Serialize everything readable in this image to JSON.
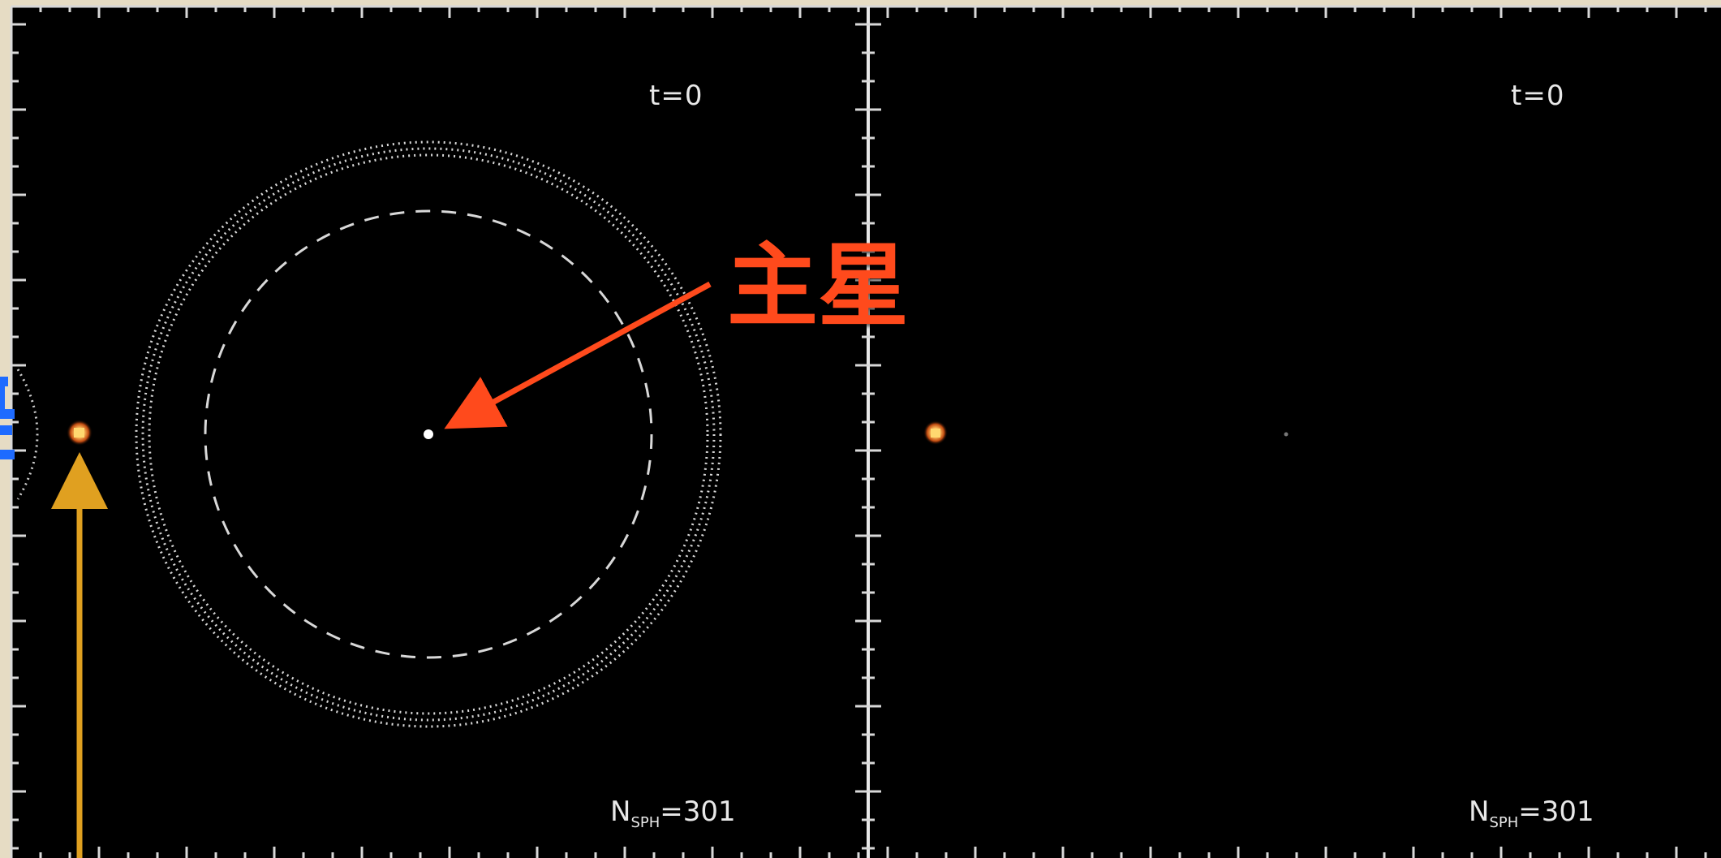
{
  "panels": [
    {
      "time_label": "t=0",
      "nsph_prefix": "N",
      "nsph_sub": "SPH",
      "nsph_suffix": "=301"
    },
    {
      "time_label": "t=0",
      "nsph_prefix": "N",
      "nsph_sub": "SPH",
      "nsph_suffix": "=301"
    }
  ],
  "annotations": {
    "primary_star_label": "主星",
    "primary_star_color": "#ff4a1c",
    "companion_arrow_color": "#e0a020",
    "edge_label_color": "#1e6bff"
  },
  "colors": {
    "frame_background": "#e6dcc4",
    "panel_background": "#000000",
    "axis_color": "#e8e8e8"
  }
}
